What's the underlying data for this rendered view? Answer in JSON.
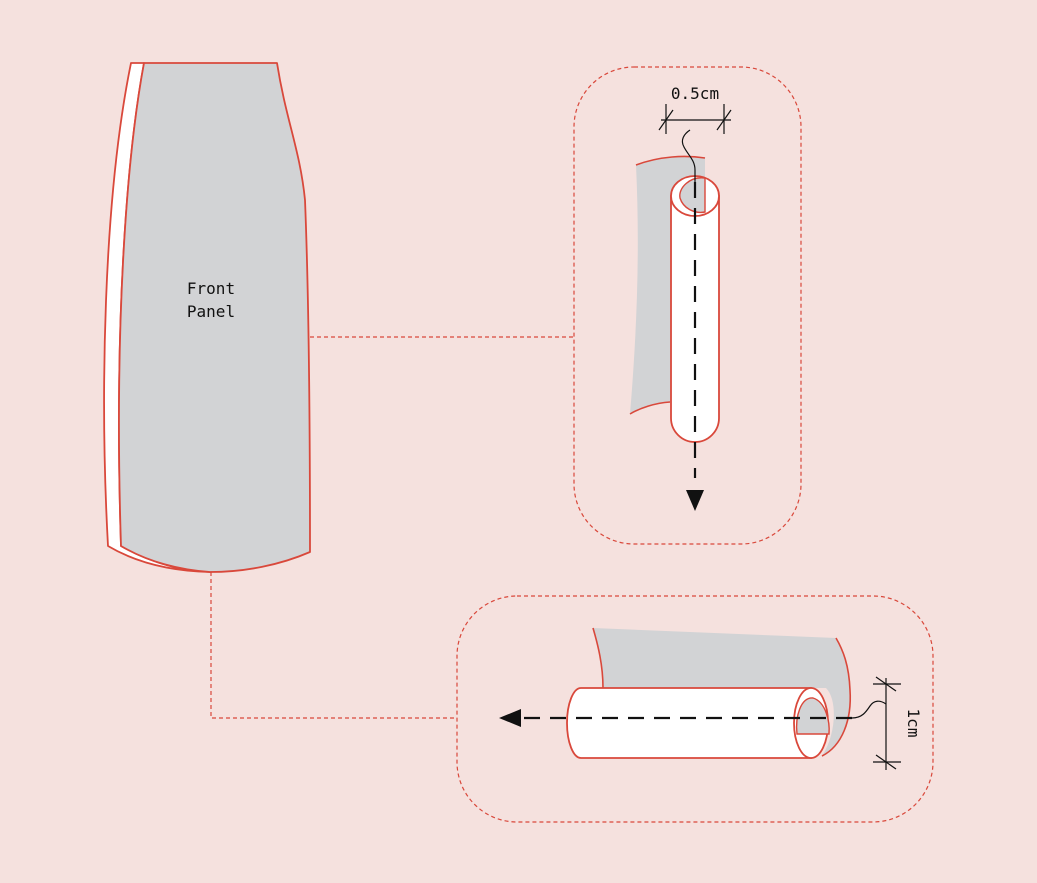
{
  "panel": {
    "label_line1": "Front",
    "label_line2": "Panel"
  },
  "side_hem": {
    "width_label": "0.5cm"
  },
  "bottom_hem": {
    "width_label": "1cm"
  },
  "colors": {
    "background": "#f5e1de",
    "outline": "#d9483b",
    "fabric": "#d2d3d5",
    "fold": "#ffffff",
    "stitch": "#111111"
  }
}
